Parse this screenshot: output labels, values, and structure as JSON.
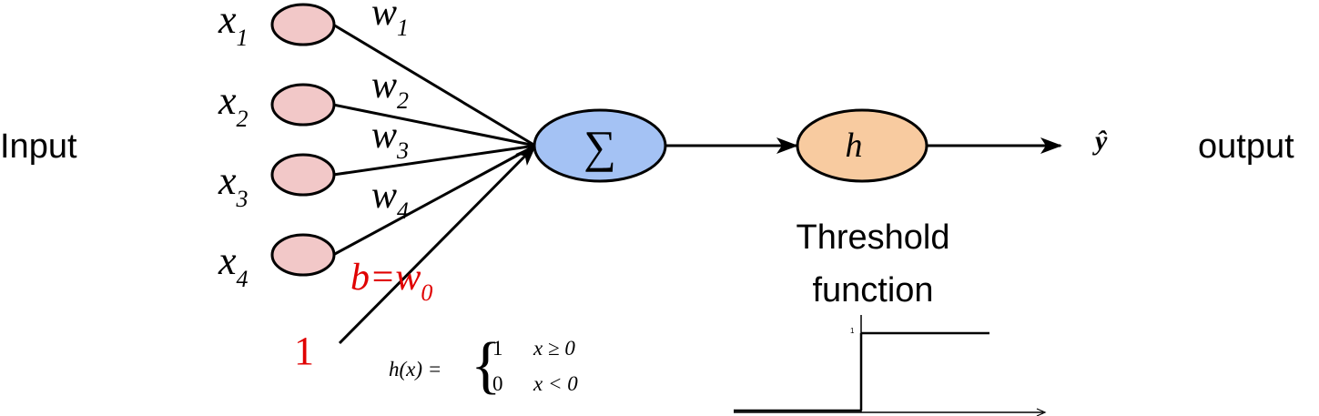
{
  "labels": {
    "input": "Input",
    "output": "output",
    "threshold_line1": "Threshold",
    "threshold_line2": "function",
    "sum_symbol": "∑",
    "activation": "h",
    "bias_input": "1",
    "bias_label": "b=w",
    "bias_label_sub": "0",
    "y_hat": "ŷ"
  },
  "inputs": [
    {
      "var": "x",
      "sub": "1"
    },
    {
      "var": "x",
      "sub": "2"
    },
    {
      "var": "x",
      "sub": "3"
    },
    {
      "var": "x",
      "sub": "4"
    }
  ],
  "weights": [
    {
      "var": "w",
      "sub": "1"
    },
    {
      "var": "w",
      "sub": "2"
    },
    {
      "var": "w",
      "sub": "3"
    },
    {
      "var": "w",
      "sub": "4"
    }
  ],
  "formula": {
    "lhs": "h(x) =",
    "case1_value": "1",
    "case1_cond": "x ≥ 0",
    "case2_value": "0",
    "case2_cond": "x < 0"
  },
  "step_plot": {
    "tick_label": "1"
  },
  "colors": {
    "input_node": "#f2c8c8",
    "sum_node": "#a4c2f4",
    "activation_node": "#f8cba0",
    "bias": "#e00000",
    "stroke": "#000000"
  }
}
